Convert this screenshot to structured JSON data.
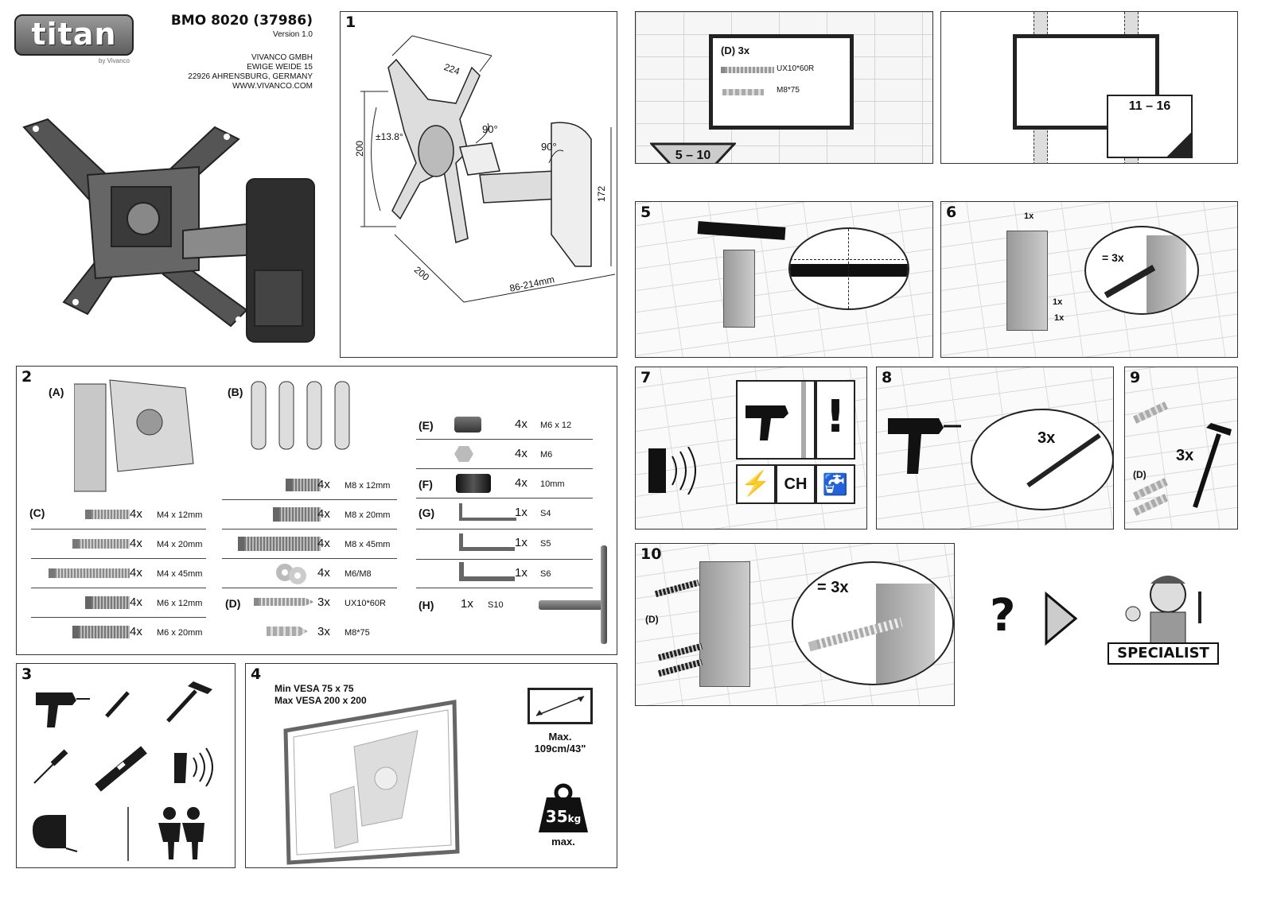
{
  "header": {
    "brand": "titan",
    "brand_sub": "by Vivanco",
    "model": "BMO 8020 (37986)",
    "version": "Version 1.0",
    "address": [
      "VIVANCO GMBH",
      "EWIGE WEIDE 15",
      "22926 AHRENSBURG, GERMANY",
      "WWW.VIVANCO.COM"
    ]
  },
  "panel1": {
    "num": "1",
    "dims": {
      "top": "224",
      "left": "200",
      "bottom": "200",
      "arm": "86-214mm",
      "height": "172",
      "tilt": "±13.8°",
      "rot1": "90°",
      "rot2": "90°"
    }
  },
  "panel2": {
    "num": "2",
    "labels": {
      "A": "(A)",
      "B": "(B)",
      "C": "(C)",
      "D": "(D)",
      "E": "(E)",
      "F": "(F)",
      "G": "(G)",
      "H": "(H)"
    },
    "col1": [
      {
        "qty": "4x",
        "spec": "M4 x 12mm"
      },
      {
        "qty": "4x",
        "spec": "M4 x 20mm"
      },
      {
        "qty": "4x",
        "spec": "M4 x 45mm"
      },
      {
        "qty": "4x",
        "spec": "M6 x 12mm"
      },
      {
        "qty": "4x",
        "spec": "M6 x 20mm"
      }
    ],
    "col2": [
      {
        "qty": "4x",
        "spec": "M8 x 12mm"
      },
      {
        "qty": "4x",
        "spec": "M8 x 20mm"
      },
      {
        "qty": "4x",
        "spec": "M8 x 45mm"
      },
      {
        "qty": "4x",
        "spec": "M6/M8"
      },
      {
        "qty": "3x",
        "spec": "UX10*60R"
      },
      {
        "qty": "3x",
        "spec": "M8*75"
      }
    ],
    "col3": [
      {
        "qty": "4x",
        "spec": "M6 x 12"
      },
      {
        "qty": "4x",
        "spec": "M6"
      },
      {
        "qty": "4x",
        "spec": "10mm"
      },
      {
        "qty": "1x",
        "spec": "S4"
      },
      {
        "qty": "1x",
        "spec": "S5"
      },
      {
        "qty": "1x",
        "spec": "S6"
      },
      {
        "qty": "1x",
        "spec": "S10"
      }
    ]
  },
  "panel3": {
    "num": "3"
  },
  "panel4": {
    "num": "4",
    "vesa_min": "Min VESA  75 x 75",
    "vesa_max": "Max VESA 200 x 200",
    "max_size_1": "Max.",
    "max_size_2": "109cm/43\"",
    "weight": "35",
    "weight_unit": "kg",
    "weight_max": "max."
  },
  "overview": {
    "d_label": "(D) 3x",
    "screw": "UX10*60R",
    "plug": "M8*75",
    "steps_a": "5 – 10",
    "steps_b": "11 – 16"
  },
  "steps": {
    "s5": "5",
    "s6": "6",
    "s6_marks": [
      "1x",
      "1x",
      "1x"
    ],
    "s6_times": "= 3x",
    "s7": "7",
    "s7_ch": "CH",
    "s8": "8",
    "s8_times": "3x",
    "s9": "9",
    "s9_times": "3x",
    "s9_d": "(D)",
    "s10": "10",
    "s10_d": "(D)",
    "s10_times": "= 3x"
  },
  "help": {
    "question": "?",
    "specialist": "SPECIALIST"
  },
  "colors": {
    "line": "#333333",
    "dark": "#1a1a1a",
    "metal": "#9a9a9a"
  }
}
